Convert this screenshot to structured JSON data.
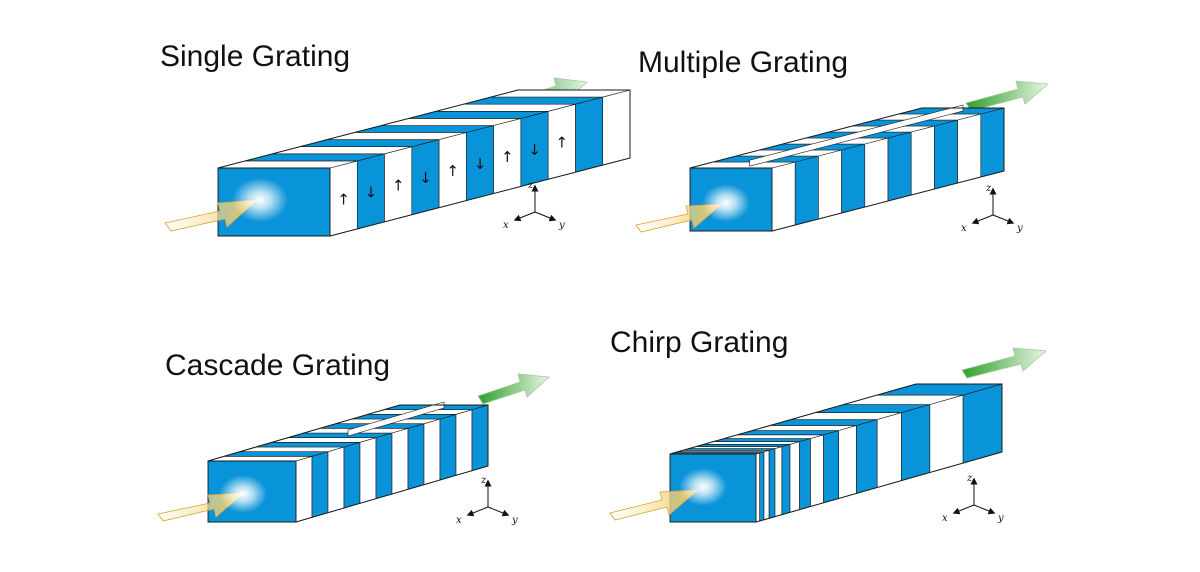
{
  "colors": {
    "blue": "#0993d8",
    "blue_light": "#a8dcf5",
    "white": "#ffffff",
    "outline": "#1a1a1a",
    "input_beam": "#f2c34a",
    "output_beam": "#3aab38"
  },
  "panels": [
    {
      "id": "single",
      "title": "Single Grating",
      "kind": "single",
      "stripes": 11,
      "arrows": [
        "↑",
        "↓",
        "↑",
        "↓",
        "↑",
        "↓",
        "↑",
        "↓",
        "↑"
      ],
      "axes": {
        "z": "z",
        "x": "x",
        "y": "y"
      }
    },
    {
      "id": "multiple",
      "title": "Multiple Grating",
      "kind": "multiple",
      "stripes": 10,
      "axes": {
        "z": "z",
        "x": "x",
        "y": "y"
      }
    },
    {
      "id": "cascade",
      "title": "Cascade Grating",
      "kind": "cascade",
      "stripes": 12,
      "axes": {
        "z": "z",
        "x": "x",
        "y": "y"
      }
    },
    {
      "id": "chirp",
      "title": "Chirp Grating",
      "kind": "chirp",
      "stripes": 16,
      "axes": {
        "z": "z",
        "x": "x",
        "y": "y"
      }
    }
  ]
}
